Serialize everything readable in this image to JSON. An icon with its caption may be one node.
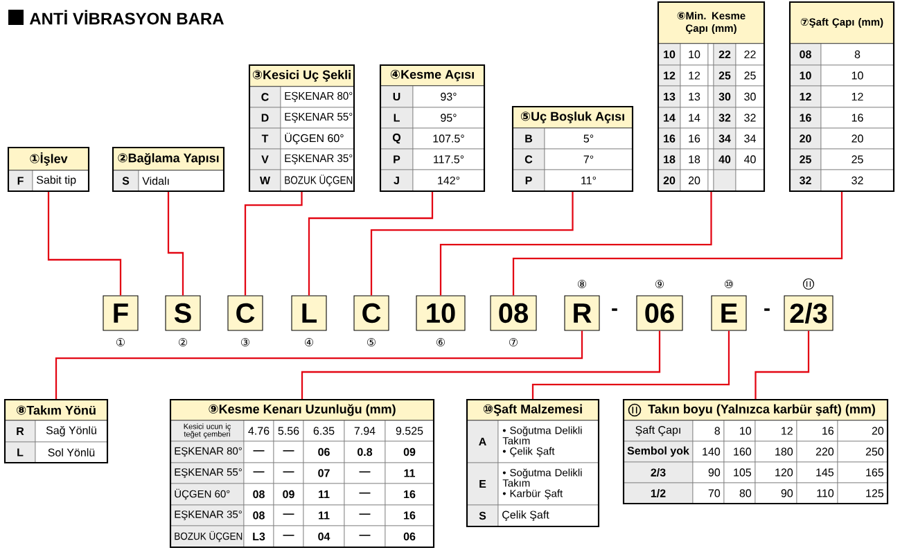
{
  "diagram": {
    "title": "ANTİ VİBRASYON BARA",
    "nodes": [
      {
        "text": [
          "①İşlev",
          "F",
          "Sabit tip"
        ]
      },
      {
        "text": [
          "②Bağlama Yapısı",
          "S",
          "Vidalı"
        ]
      },
      {
        "text": [
          "③Kesici Uç Şekli",
          "C",
          "EŞKENAR 80°",
          "D",
          "EŞKENAR 55°",
          "T",
          "ÜÇGEN 60°",
          "V",
          "EŞKENAR 35°",
          "W",
          "BOZUK ÜÇGEN"
        ]
      },
      {
        "text": [
          "④Kesme Açısı",
          "U",
          "93°",
          "L",
          "95°",
          "Q",
          "107.5°",
          "P",
          "117.5°",
          "J",
          "142°"
        ]
      },
      {
        "text": [
          "⑤Uç Boşluk Açısı",
          "B",
          "5°",
          "C",
          "7°",
          "P",
          "11°"
        ]
      },
      {
        "text": [
          "⑥Min. Kesme Çapı (mm)",
          "10",
          "10",
          "22",
          "22",
          "12",
          "12",
          "25",
          "25",
          "13",
          "13",
          "30",
          "30",
          "14",
          "14",
          "32",
          "32",
          "16",
          "16",
          "34",
          "34",
          "18",
          "18",
          "40",
          "40",
          "20",
          "20"
        ]
      },
      {
        "text": [
          "⑦Şaft Çapı (mm)",
          "08",
          "8",
          "10",
          "10",
          "12",
          "12",
          "16",
          "16",
          "20",
          "20",
          "25",
          "25",
          "32",
          "32"
        ]
      },
      {
        "text": [
          "F"
        ],
        "beside": [
          "①"
        ]
      },
      {
        "text": [
          "S"
        ],
        "beside": [
          "②"
        ]
      },
      {
        "text": [
          "C"
        ],
        "beside": [
          "③"
        ]
      },
      {
        "text": [
          "L"
        ],
        "beside": [
          "④"
        ]
      },
      {
        "text": [
          "C"
        ],
        "beside": [
          "⑤"
        ]
      },
      {
        "text": [
          "10"
        ],
        "beside": [
          "⑥"
        ]
      },
      {
        "text": [
          "08"
        ],
        "beside": [
          "⑦"
        ]
      },
      {
        "text": [
          "R"
        ],
        "beside": [
          "⑧"
        ]
      },
      {
        "text": [
          "06"
        ],
        "beside": [
          "⑨"
        ]
      },
      {
        "text": [
          "E"
        ],
        "beside": [
          "⑩"
        ]
      },
      {
        "text": [
          "2/3"
        ]
      },
      {
        "text": [
          "⑧Takım Yönü",
          "R",
          "Sağ Yönlü",
          "L",
          "Sol Yönlü"
        ]
      },
      {
        "text": [
          "⑨Kesme Kenarı Uzunluğu (mm)",
          "Kesici ucun iç teğet çemberi",
          "4.76",
          "5.56",
          "6.35",
          "7.94",
          "9.525",
          "EŞKENAR 80°",
          "—",
          "—",
          "06",
          "0.8",
          "09",
          "EŞKENAR 55°",
          "—",
          "—",
          "07",
          "—",
          "11",
          "ÜÇGEN 60°",
          "08",
          "09",
          "11",
          "—",
          "16",
          "EŞKENAR 35°",
          "08",
          "—",
          "11",
          "—",
          "16",
          "BOZUK ÜÇGEN",
          "L3",
          "—",
          "04",
          "—",
          "06"
        ]
      },
      {
        "text": [
          "⑩Şaft Malzemesi",
          "A",
          "• Soğutma Delikli Takım",
          "• Çelik Şaft",
          "E",
          "• Soğutma Delikli Takım",
          "• Karbür Şaft",
          "S",
          "Çelik Şaft"
        ]
      },
      {
        "text": [
          "Takın boyu (Yalnızca karbür şaft) (mm)",
          "Şaft Çapı",
          "8",
          "10",
          "12",
          "16",
          "20",
          "Sembol yok",
          "140",
          "160",
          "180",
          "220",
          "250",
          "2/3",
          "90",
          "105",
          "120",
          "145",
          "165",
          "1/2",
          "70",
          "80",
          "90",
          "110",
          "125"
        ]
      }
    ],
    "edges": [
      {
        "from": 0,
        "to": 7,
        "arrow": "none"
      },
      {
        "from": 1,
        "to": 8,
        "arrow": "none"
      },
      {
        "from": 2,
        "to": 9,
        "arrow": "none"
      },
      {
        "from": 3,
        "to": 10,
        "arrow": "none"
      },
      {
        "from": 4,
        "to": 11,
        "arrow": "none"
      },
      {
        "from": 5,
        "to": 12,
        "arrow": "none"
      },
      {
        "from": 6,
        "to": 13,
        "arrow": "none"
      },
      {
        "from": 14,
        "to": 18,
        "arrow": "none"
      },
      {
        "from": 15,
        "to": 19,
        "arrow": "none"
      },
      {
        "from": 16,
        "to": 20,
        "arrow": "none"
      },
      {
        "from": 17,
        "to": 21,
        "arrow": "none"
      }
    ],
    "labels": [
      "-",
      "-"
    ]
  }
}
